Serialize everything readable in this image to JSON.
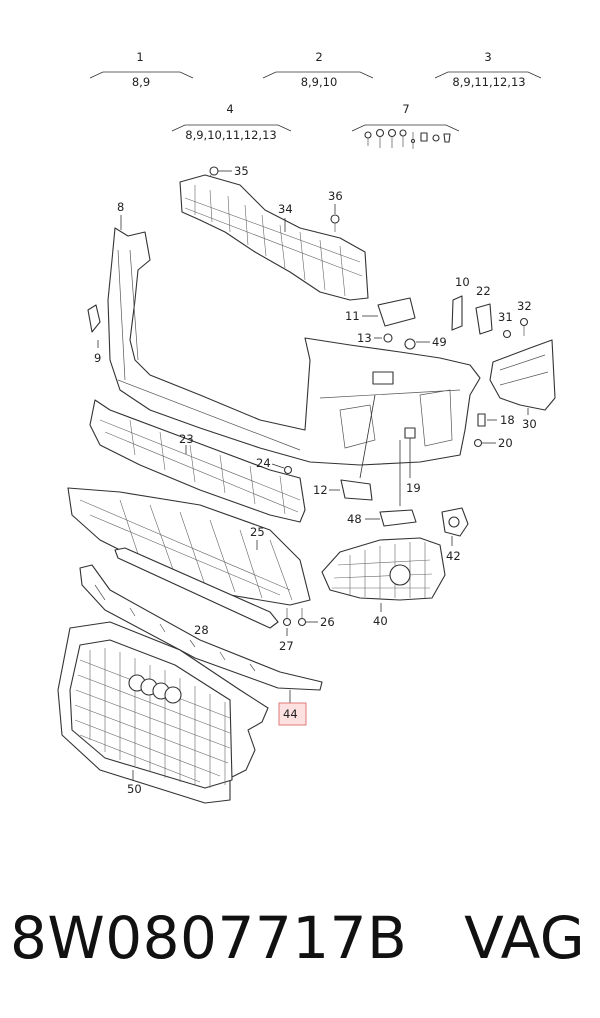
{
  "diagram": {
    "groups": [
      {
        "num": "1",
        "refs": "8,9"
      },
      {
        "num": "2",
        "refs": "8,9,10"
      },
      {
        "num": "3",
        "refs": "8,9,11,12,13"
      },
      {
        "num": "4",
        "refs": "8,9,10,11,12,13"
      },
      {
        "num": "7",
        "refs": ""
      }
    ],
    "callouts": [
      "35",
      "34",
      "36",
      "8",
      "9",
      "10",
      "22",
      "32",
      "31",
      "11",
      "13",
      "49",
      "30",
      "23",
      "18",
      "20",
      "24",
      "12",
      "19",
      "25",
      "48",
      "42",
      "40",
      "28",
      "26",
      "27",
      "44",
      "50"
    ],
    "highlighted_callout": "44",
    "highlight_color": "#fde0e0"
  },
  "footer": {
    "part_number": "8W0807717B",
    "brand": "VAG"
  }
}
